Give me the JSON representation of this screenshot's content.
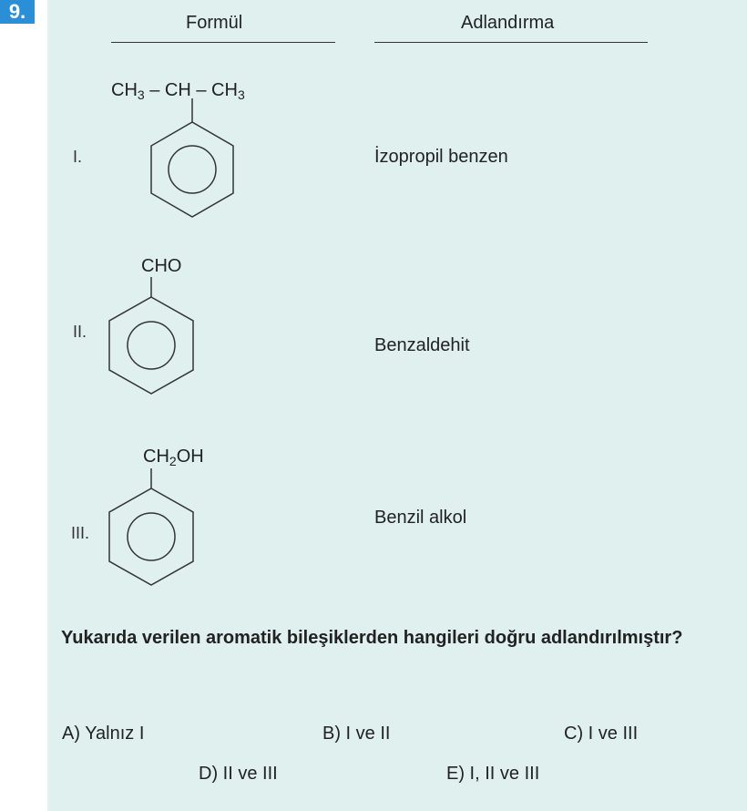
{
  "question": {
    "number": "9.",
    "headers": {
      "formula": "Formül",
      "naming": "Adlandırma"
    },
    "items": [
      {
        "roman": "I.",
        "substituent": {
          "a": "CH",
          "a_sub": "3",
          "b": " – CH – CH",
          "b_sub": "3"
        },
        "name": "İzopropil benzen"
      },
      {
        "roman": "II.",
        "substituent": {
          "a": "CHO"
        },
        "name": "Benzaldehit"
      },
      {
        "roman": "III.",
        "substituent": {
          "a": "CH",
          "a_sub": "2",
          "b": "OH"
        },
        "name": "Benzil alkol"
      }
    ],
    "prompt": "Yukarıda verilen aromatik bileşiklerden hangileri doğru adlandırılmıştır?",
    "options": {
      "A": "A) Yalnız I",
      "B": "B) I ve II",
      "C": "C) I ve III",
      "D": "D) II ve III",
      "E": "E) I, II ve III"
    }
  },
  "colors": {
    "panel_bg": "#dff0ee",
    "badge_bg": "#2a8fd6",
    "badge_text": "#ffffff"
  }
}
